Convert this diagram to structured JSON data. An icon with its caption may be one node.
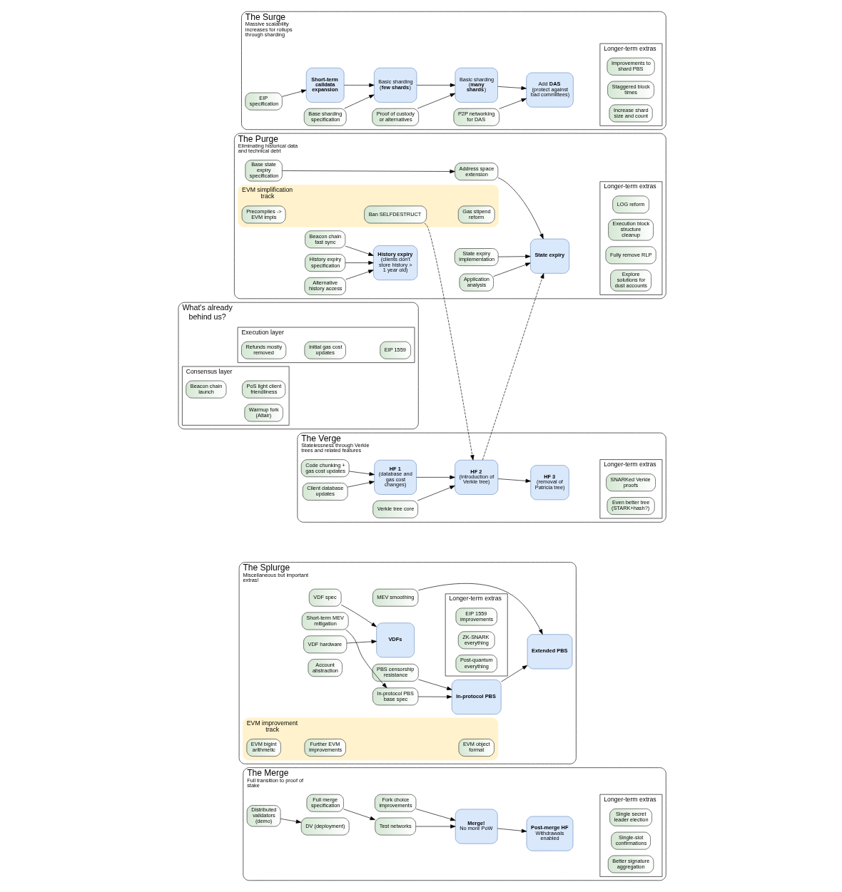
{
  "diagram": {
    "nodes": [
      {
        "text": [
          "What's already behind us?"
        ]
      },
      {
        "text": [
          "Consensus layer"
        ],
        "in": 0
      },
      {
        "text": [
          "Beacon chain launch"
        ],
        "in": 1
      },
      {
        "text": [
          "Warmup fork (Altair)"
        ],
        "in": 1
      },
      {
        "text": [
          "PoS light client friendliness"
        ],
        "in": 1
      },
      {
        "text": [
          "Execution layer"
        ],
        "in": 0
      },
      {
        "text": [
          "Refunds mostly removed"
        ],
        "in": 5
      },
      {
        "text": [
          "Initial gas cost updates"
        ],
        "in": 5
      },
      {
        "text": [
          "EIP 1559"
        ],
        "in": 5
      },
      {
        "text": [
          "The Merge",
          "Full transition to proof of stake"
        ]
      },
      {
        "text": [
          "Distributed validators (demo)"
        ],
        "in": 9
      },
      {
        "text": [
          "DV (deployment)"
        ],
        "in": 9
      },
      {
        "text": [
          "Fork choice improvements"
        ],
        "in": 9
      },
      {
        "text": [
          "Full merge specification"
        ],
        "in": 9
      },
      {
        "text": [
          "Test networks"
        ],
        "in": 9
      },
      {
        "text": [
          "Merge!",
          "No more PoW"
        ],
        "in": 9
      },
      {
        "text": [
          "Post-merge HF",
          "Withdrawals enabled"
        ],
        "in": 9
      },
      {
        "text": [
          "Longer-term extras"
        ],
        "in": 9
      },
      {
        "text": [
          "Single secret leader election"
        ],
        "in": 17
      },
      {
        "text": [
          "Single-slot confirmations"
        ],
        "in": 17
      },
      {
        "text": [
          "Better signature aggregation"
        ],
        "in": 17
      },
      {
        "text": [
          "The Surge",
          "Massive scalability increases for rollups through sharding"
        ]
      },
      {
        "text": [
          "Base sharding specification"
        ],
        "in": 21
      },
      {
        "text": [
          "Proof of custody or alternatives"
        ],
        "in": 21
      },
      {
        "text": [
          "P2P networking for DAS"
        ],
        "in": 21
      },
      {
        "text": [
          "EIP specification"
        ],
        "in": 21
      },
      {
        "text": [
          "Short-term calldata expansion"
        ],
        "in": 21
      },
      {
        "text": [
          "Basic sharding (**few shards**)"
        ],
        "in": 21
      },
      {
        "text": [
          "Basic sharding (**many shards**)"
        ],
        "in": 21
      },
      {
        "text": [
          "Add **DAS** (protect against bad committees)"
        ],
        "in": 21
      },
      {
        "text": [
          "Longer-term extras"
        ],
        "in": 21
      },
      {
        "text": [
          "Improvements to shard PBS"
        ],
        "in": 30
      },
      {
        "text": [
          "Staggered block times"
        ],
        "in": 30
      },
      {
        "text": [
          "Increase shard size and count"
        ],
        "in": 30
      },
      {
        "text": [
          "The Verge",
          "Statelessness through Verkle trees and related features"
        ]
      },
      {
        "text": [
          "Verkle tree core"
        ],
        "in": 34
      },
      {
        "text": [
          "Client database updates"
        ],
        "in": 34
      },
      {
        "text": [
          "Code chunking + gas cost updates"
        ],
        "in": 34
      },
      {
        "text": [
          "HF 1",
          "(database and gas cost changes)"
        ],
        "in": 34
      },
      {
        "text": [
          "HF 2",
          "(introduction of Verkle tree)"
        ],
        "in": 34
      },
      {
        "text": [
          "HF 3",
          "(removal of Patricia tree)"
        ],
        "in": 34
      },
      {
        "text": [
          "Longer-term extras"
        ],
        "in": 34
      },
      {
        "text": [
          "SNARKed Verkle proofs"
        ],
        "in": 41
      },
      {
        "text": [
          "Even better tree (STARK+hash?)"
        ],
        "in": 41
      },
      {
        "text": [
          "The Purge",
          "Eliminating historical data and technical debt"
        ]
      },
      {
        "text": [
          "EVM simplification track"
        ],
        "in": 44
      },
      {
        "text": [
          "Ban SELFDESTRUCT"
        ],
        "in": 45
      },
      {
        "text": [
          "Gas stipend reform"
        ],
        "in": 45
      },
      {
        "text": [
          "Precompiles -> EVM impls"
        ],
        "in": 45
      },
      {
        "text": [
          "Alternative history access"
        ],
        "in": 44
      },
      {
        "text": [
          "History expiry specification"
        ],
        "in": 44
      },
      {
        "text": [
          "Beacon chain fast sync"
        ],
        "in": 44
      },
      {
        "text": [
          "History expiry",
          "(clients don't store history > 1 year old)"
        ],
        "in": 44
      },
      {
        "text": [
          "Application analysis"
        ],
        "in": 44
      },
      {
        "text": [
          "State expiry implementation"
        ],
        "in": 44
      },
      {
        "text": [
          "Base state expiry specification"
        ],
        "in": 44
      },
      {
        "text": [
          "Address space extension"
        ],
        "in": 44
      },
      {
        "text": [
          "State expiry"
        ],
        "in": 44
      },
      {
        "text": [
          "Longer-term extras"
        ],
        "in": 44
      },
      {
        "text": [
          "LOG reform"
        ],
        "in": 58
      },
      {
        "text": [
          "Execution block structure cleanup"
        ],
        "in": 58
      },
      {
        "text": [
          "Fully remove RLP"
        ],
        "in": 58
      },
      {
        "text": [
          "Explore solutions for dust accounts"
        ],
        "in": 58
      },
      {
        "text": [
          "The Splurge",
          "Miscellaneous but important extras!"
        ]
      },
      {
        "text": [
          "Account abstraction"
        ],
        "in": 63
      },
      {
        "text": [
          "PBS censorship resistance"
        ],
        "in": 63
      },
      {
        "text": [
          "Short-term MEV mitigation"
        ],
        "in": 63
      },
      {
        "text": [
          "In-protocol PBS base spec"
        ],
        "in": 63
      },
      {
        "text": [
          "In-protocol PBS"
        ],
        "in": 63
      },
      {
        "text": [
          "Extended PBS"
        ],
        "in": 63
      },
      {
        "text": [
          "MEV smoothing"
        ],
        "in": 63
      },
      {
        "text": [
          "EVM improvement track"
        ],
        "in": 63
      },
      {
        "text": [
          "EVM object format"
        ],
        "in": 71
      },
      {
        "text": [
          "EVM bigint arithmetic"
        ],
        "in": 71
      },
      {
        "text": [
          "Further EVM improvements"
        ],
        "in": 71
      },
      {
        "text": [
          "VDF hardware"
        ],
        "in": 63
      },
      {
        "text": [
          "VDF spec"
        ],
        "in": 63
      },
      {
        "text": [
          "VDFs"
        ],
        "in": 63
      },
      {
        "text": [
          "Longer-term extras"
        ],
        "in": 63
      },
      {
        "text": [
          "ZK-SNARK everything"
        ],
        "in": 78
      },
      {
        "text": [
          "Post-quantum everything"
        ],
        "in": 78
      },
      {
        "text": [
          "EIP 1559 improvements"
        ],
        "in": 78
      }
    ],
    "edges": [
      {
        "from": 10,
        "to": 11,
        "arrow": "to"
      },
      {
        "from": 12,
        "to": 15,
        "arrow": "to"
      },
      {
        "from": 13,
        "to": 14,
        "arrow": "to"
      },
      {
        "from": 14,
        "to": 15,
        "arrow": "to"
      },
      {
        "from": 15,
        "to": 16,
        "arrow": "to"
      },
      {
        "from": 22,
        "to": 27,
        "arrow": "to"
      },
      {
        "from": 23,
        "to": 28,
        "arrow": "to"
      },
      {
        "from": 24,
        "to": 29,
        "arrow": "to"
      },
      {
        "from": 25,
        "to": 26,
        "arrow": "to"
      },
      {
        "from": 26,
        "to": 27,
        "arrow": "to"
      },
      {
        "from": 27,
        "to": 28,
        "arrow": "to"
      },
      {
        "from": 28,
        "to": 29,
        "arrow": "to"
      },
      {
        "from": 35,
        "to": 39,
        "arrow": "to"
      },
      {
        "from": 36,
        "to": 38,
        "arrow": "to"
      },
      {
        "from": 37,
        "to": 38,
        "arrow": "to"
      },
      {
        "from": 38,
        "to": 39,
        "arrow": "to"
      },
      {
        "from": 39,
        "to": 40,
        "arrow": "to"
      },
      {
        "from": 46,
        "to": 39,
        "arrow": "to",
        "style": "dashed"
      },
      {
        "from": 39,
        "to": 57,
        "arrow": "to",
        "style": "dashed"
      },
      {
        "from": 49,
        "to": 52,
        "arrow": "to"
      },
      {
        "from": 50,
        "to": 52,
        "arrow": "to"
      },
      {
        "from": 51,
        "to": 52,
        "arrow": "to"
      },
      {
        "from": 53,
        "to": 57,
        "arrow": "to"
      },
      {
        "from": 54,
        "to": 57,
        "arrow": "to"
      },
      {
        "from": 55,
        "to": 56,
        "arrow": "to"
      },
      {
        "from": 56,
        "to": 57,
        "arrow": "to"
      },
      {
        "from": 65,
        "to": 68,
        "arrow": "to"
      },
      {
        "from": 67,
        "to": 68,
        "arrow": "to"
      },
      {
        "from": 66,
        "to": 67,
        "arrow": "to"
      },
      {
        "from": 68,
        "to": 69,
        "arrow": "to"
      },
      {
        "from": 70,
        "to": 69,
        "arrow": "to"
      },
      {
        "from": 75,
        "to": 77,
        "arrow": "to"
      },
      {
        "from": 76,
        "to": 77,
        "arrow": "to"
      }
    ]
  }
}
